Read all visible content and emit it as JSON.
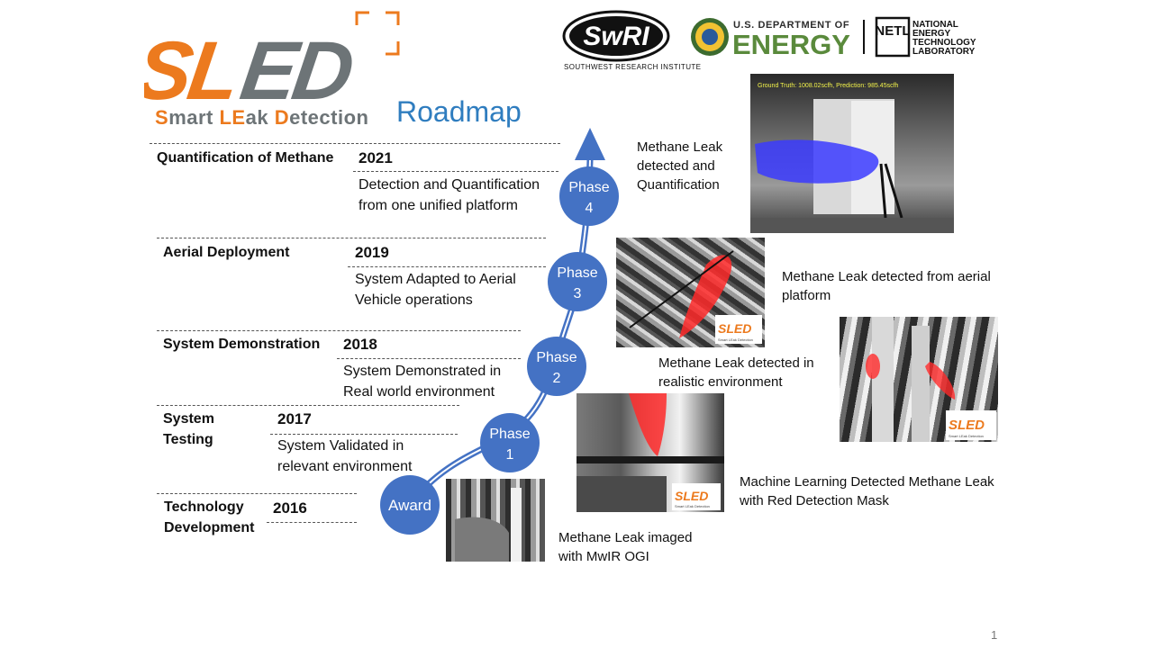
{
  "header": {
    "logo_text": "SLED",
    "tagline_parts": [
      "S",
      "mart ",
      "LE",
      "ak ",
      "D",
      "etection"
    ],
    "subtitle": "Roadmap"
  },
  "partners": {
    "swri": {
      "logo_text": "SwRI",
      "subtitle": "SOUTHWEST RESEARCH INSTITUTE"
    },
    "doe": {
      "line1": "U.S. DEPARTMENT OF",
      "line2": "ENERGY"
    },
    "netl": {
      "logo_text": "NETL",
      "lines": [
        "NATIONAL",
        "ENERGY",
        "TECHNOLOGY",
        "LABORATORY"
      ]
    }
  },
  "timeline": [
    {
      "title": "Quantification of Methane",
      "year": "2021",
      "description": "Detection and Quantification from one unified platform"
    },
    {
      "title": "Aerial Deployment",
      "year": "2019",
      "description": "System Adapted to Aerial Vehicle operations"
    },
    {
      "title": "System Demonstration",
      "year": "2018",
      "description": "System Demonstrated in Real world environment"
    },
    {
      "title": "System Testing",
      "year": "2017",
      "description": "System Validated in relevant environment"
    },
    {
      "title": "Technology Development",
      "year": "2016",
      "description": ""
    }
  ],
  "milestones": [
    {
      "line1": "Award",
      "line2": ""
    },
    {
      "line1": "Phase",
      "line2": "1"
    },
    {
      "line1": "Phase",
      "line2": "2"
    },
    {
      "line1": "Phase",
      "line2": "3"
    },
    {
      "line1": "Phase",
      "line2": "4"
    }
  ],
  "images": {
    "quantification_overlay": "Ground Truth: 1008.02scfh,   Prediction: 985.45scfh",
    "watermark_text": "Smart LEak Detection"
  },
  "captions": {
    "phase4": "Methane Leak detected and Quantification",
    "phase3": "Methane Leak detected from aerial platform",
    "phase2": "Methane Leak detected in realistic environment",
    "phase1": "Machine Learning Detected Methane Leak with Red Detection Mask",
    "award": "Methane Leak imaged with MwIR OGI"
  },
  "page_number": "1",
  "colors": {
    "brand_orange": "#ec7a1e",
    "brand_gray": "#6d7477",
    "roadmap_blue": "#2f7dbf",
    "milestone_blue": "#4472c4",
    "detection_red": "#ff2a2a",
    "quant_blue": "#3b3bff",
    "doe_green": "#5a8a3c"
  }
}
